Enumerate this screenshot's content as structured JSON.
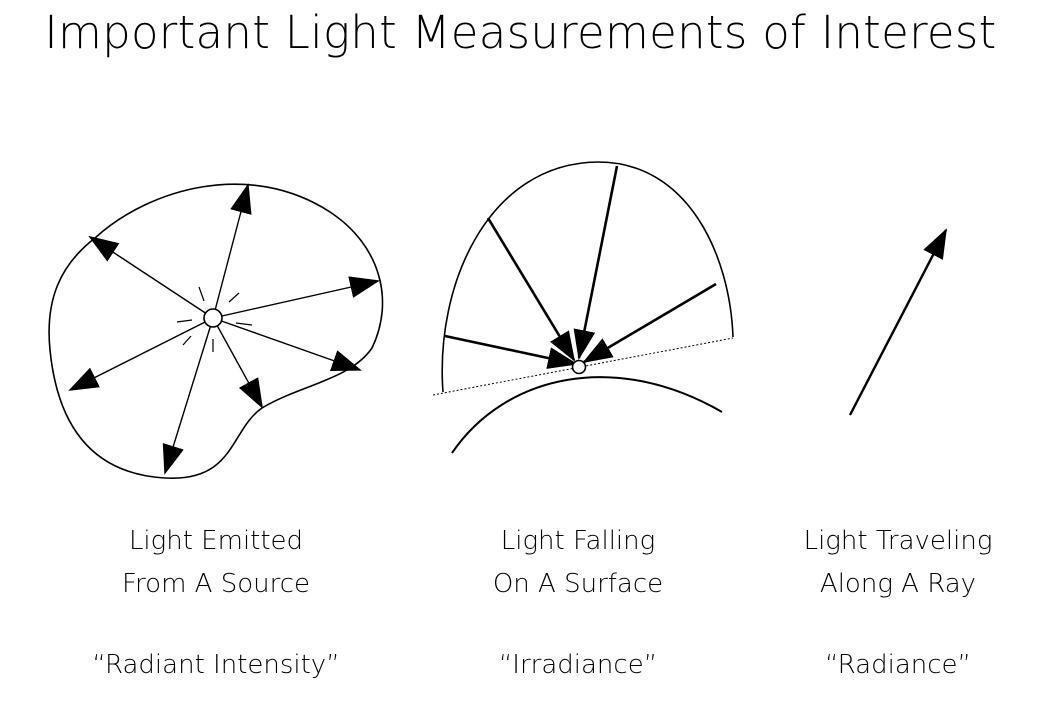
{
  "title": "Important Light Measurements of Interest",
  "panels": [
    {
      "line1": "Light Emitted",
      "line2": "From A Source",
      "term": "“Radiant Intensity”"
    },
    {
      "line1": "Light Falling",
      "line2": "On A Surface",
      "term": "“Irradiance”"
    },
    {
      "line1": "Light Traveling",
      "line2": "Along A Ray",
      "term": "“Radiance”"
    }
  ],
  "colors": {
    "ink": "#000000",
    "background": "#ffffff"
  }
}
